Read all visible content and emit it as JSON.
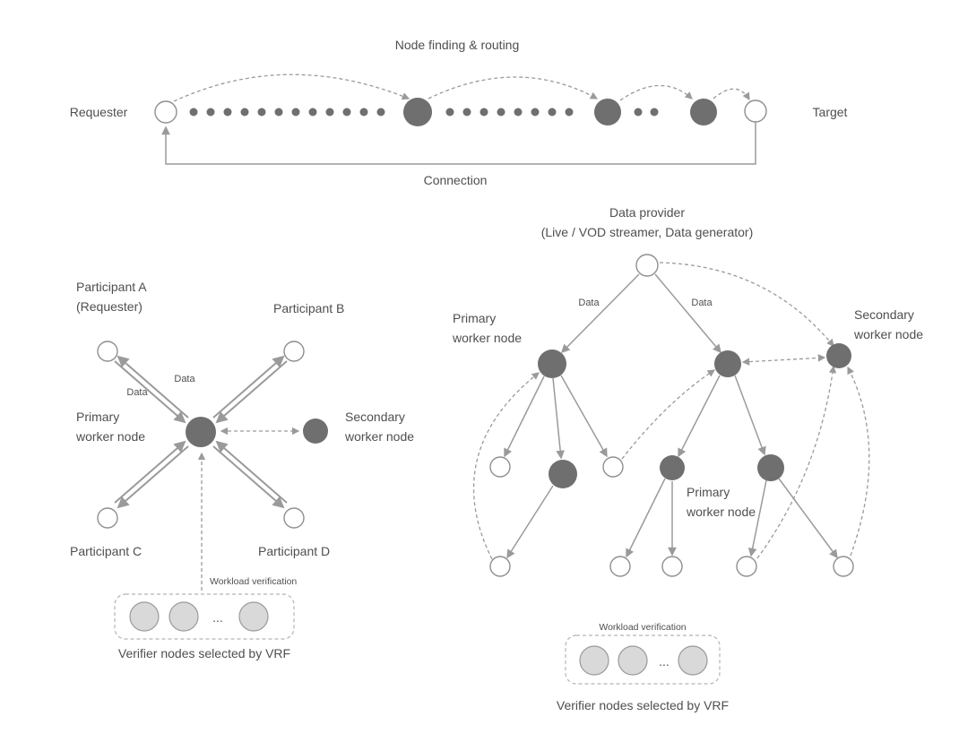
{
  "top_diagram": {
    "title": "Node finding & routing",
    "requester_label": "Requester",
    "target_label": "Target",
    "connection_label": "Connection"
  },
  "left_diagram": {
    "participant_a_line1": "Participant A",
    "participant_a_line2": "(Requester)",
    "participant_b": "Participant B",
    "participant_c": "Participant C",
    "participant_d": "Participant D",
    "primary_line1": "Primary",
    "primary_line2": "worker node",
    "secondary_line1": "Secondary",
    "secondary_line2": "worker node",
    "data_label_1": "Data",
    "data_label_2": "Data",
    "workload_label": "Workload verification",
    "ellipsis": "...",
    "verifier_label": "Verifier nodes selected by VRF"
  },
  "right_diagram": {
    "provider_line1": "Data provider",
    "provider_line2": "(Live / VOD streamer, Data generator)",
    "data_label_left": "Data",
    "data_label_right": "Data",
    "primary_top_line1": "Primary",
    "primary_top_line2": "worker node",
    "secondary_line1": "Secondary",
    "secondary_line2": "worker node",
    "primary_mid_line1": "Primary",
    "primary_mid_line2": "worker node",
    "workload_label": "Workload verification",
    "ellipsis": "...",
    "verifier_label": "Verifier nodes selected by VRF"
  },
  "colors": {
    "dark_node": "#6f6f6f",
    "light_node_stroke": "#8f8f8f",
    "verifier_node_fill": "#d9d9d9",
    "arrow": "#9a9a9a",
    "text": "#4f4f4f"
  }
}
